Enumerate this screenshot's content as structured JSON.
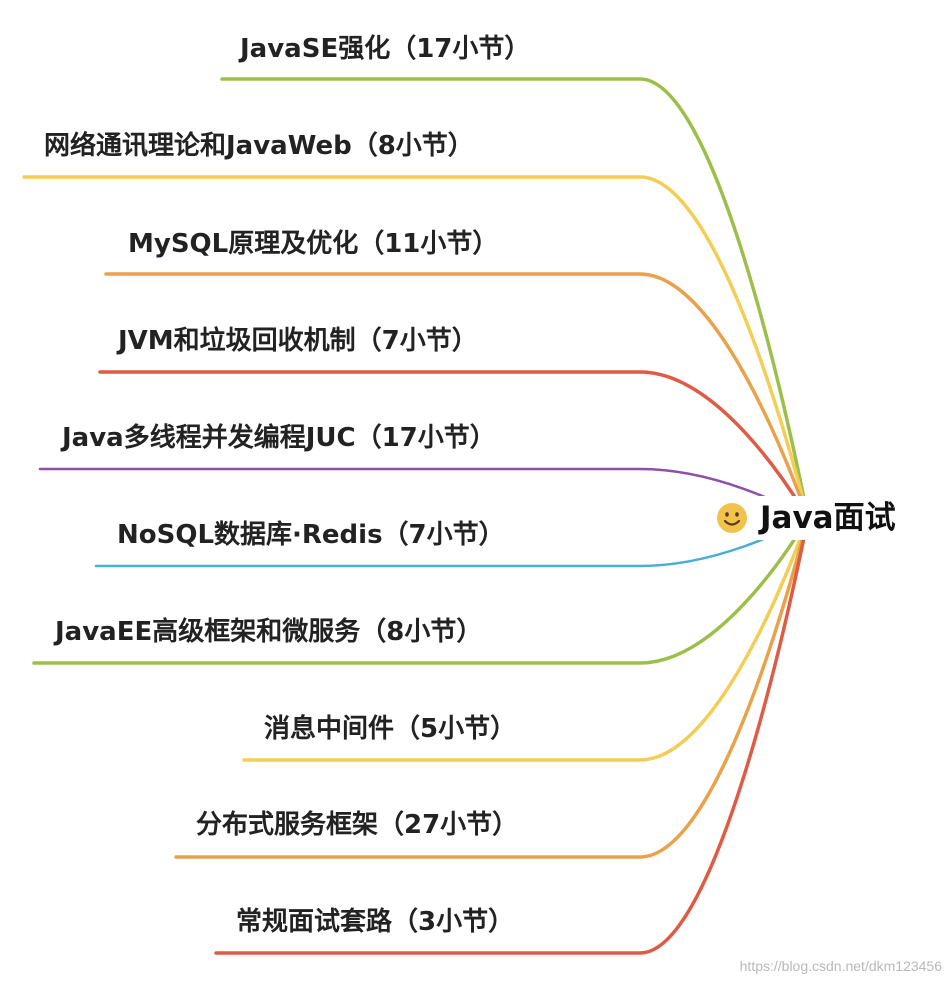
{
  "mindmap": {
    "root": {
      "label": "Java面试",
      "icon": "smiley-icon",
      "icon_color": "#f2c34c"
    },
    "branches": [
      {
        "label": "JavaSE强化（17小节）",
        "color": "#9cbf4a"
      },
      {
        "label": "网络通讯理论和JavaWeb（8小节）",
        "color": "#f4cd55"
      },
      {
        "label": "MySQL原理及优化（11小节）",
        "color": "#e9a24a"
      },
      {
        "label": "JVM和垃圾回收机制（7小节）",
        "color": "#de5b45"
      },
      {
        "label": "Java多线程并发编程JUC（17小节）",
        "color": "#8f4fa8"
      },
      {
        "label": "NoSQL数据库·Redis（7小节）",
        "color": "#48aed3"
      },
      {
        "label": "JavaEE高级框架和微服务（8小节）",
        "color": "#9cbf4a"
      },
      {
        "label": "消息中间件（5小节）",
        "color": "#f4cd55"
      },
      {
        "label": "分布式服务框架（27小节）",
        "color": "#e9a24a"
      },
      {
        "label": "常规面试套路（3小节）",
        "color": "#de5b45"
      }
    ]
  },
  "watermark": "https://blog.csdn.net/dkm123456"
}
